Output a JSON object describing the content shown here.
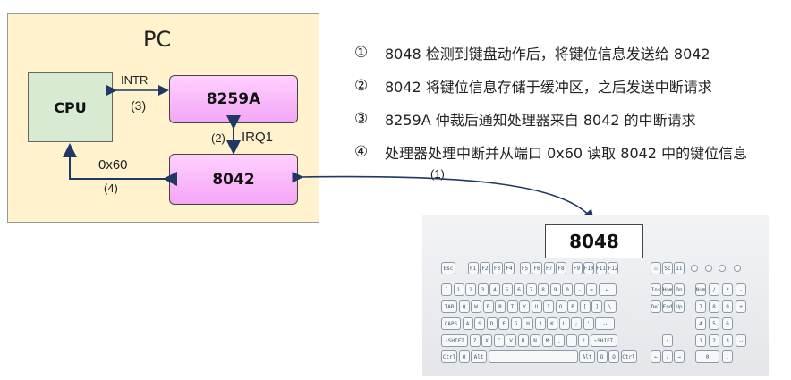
{
  "pc": {
    "title": "PC"
  },
  "chips": {
    "cpu": "CPU",
    "pic": "8259A",
    "kbc": "8042",
    "keyboard_ctrl": "8048"
  },
  "links": {
    "intr": "INTR",
    "intr_step": "(3)",
    "irq": "IRQ1",
    "irq_step": "(2)",
    "port": "0x60",
    "port_step": "(4)",
    "kb_step": "(1)"
  },
  "steps": [
    {
      "num": "①",
      "text": "8048 检测到键盘动作后，将键位信息发送给 8042"
    },
    {
      "num": "②",
      "text": "8042 将键位信息存储于缓冲区，之后发送中断请求"
    },
    {
      "num": "③",
      "text": "8259A 仲裁后通知处理器来自 8042 的中断请求"
    },
    {
      "num": "④",
      "text": "处理器处理中断并从端口 0x60 读取 8042 中的键位信息"
    }
  ],
  "keyboard": {
    "rows": [
      [
        "Esc",
        "F1",
        "F2",
        "F3",
        "F4",
        "F5",
        "F6",
        "F7",
        "F8",
        "F9",
        "F10",
        "F11",
        "F12"
      ],
      [
        "`",
        "1",
        "2",
        "3",
        "4",
        "5",
        "6",
        "7",
        "8",
        "9",
        "0",
        "-",
        "=",
        "←"
      ],
      [
        "TAB",
        "Q",
        "W",
        "E",
        "R",
        "T",
        "Y",
        "U",
        "I",
        "O",
        "P",
        "[",
        "]",
        "\\"
      ],
      [
        "CAPS",
        "A",
        "S",
        "D",
        "F",
        "G",
        "H",
        "J",
        "K",
        "L",
        ";",
        "'",
        "↵"
      ],
      [
        "⇧SHIFT",
        "Z",
        "X",
        "C",
        "V",
        "B",
        "N",
        "M",
        ",",
        ".",
        "?",
        "⇧SHIFT"
      ],
      [
        "Ctrl",
        "O",
        "Alt",
        "",
        "Alt",
        "O",
        "O",
        "Ctrl"
      ]
    ],
    "nav": [
      [
        "▭",
        "Sc",
        "II"
      ],
      [
        "Ins",
        "Hom",
        "Dn"
      ],
      [
        "Del",
        "End",
        "Up"
      ],
      [
        "",
        "↑",
        ""
      ],
      [
        "←",
        "↓",
        "→"
      ]
    ],
    "numpad": [
      [
        "Num",
        "/",
        "*",
        "-"
      ],
      [
        "7",
        "8",
        "9",
        "+"
      ],
      [
        "4",
        "5",
        "6",
        ""
      ],
      [
        "1",
        "2",
        "3",
        "↵"
      ],
      [
        "0",
        ".",
        "",
        ""
      ]
    ]
  },
  "colors": {
    "pc_bg": "#fff2cc",
    "chip_pink": "#f4a6f4",
    "cpu_green": "#d9ead3",
    "arrow_blue": "#1f3864"
  }
}
